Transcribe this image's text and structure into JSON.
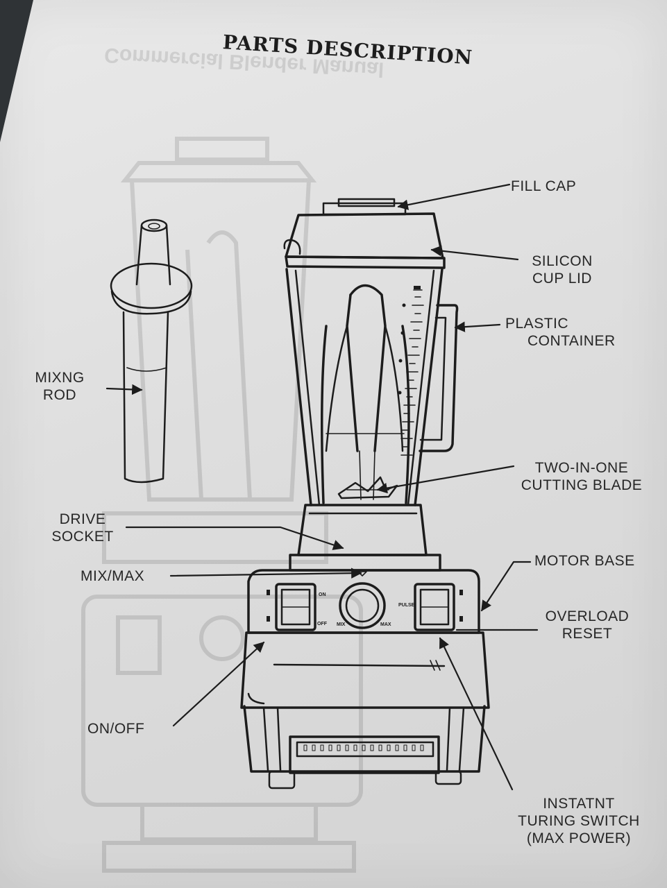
{
  "title": "PARTS DESCRIPTION",
  "ghost_title": "Commercial Blender Manual",
  "labels": {
    "fill_cap": "FILL CAP",
    "silicon_cup_lid": [
      "SILICON",
      "CUP LID"
    ],
    "plastic_container": [
      "PLASTIC",
      "CONTAINER"
    ],
    "mixing_rod": [
      "MIXNG",
      "ROD"
    ],
    "two_in_one_cutting_blade": [
      "TWO-IN-ONE",
      "CUTTING BLADE"
    ],
    "drive_socket": [
      "DRIVE",
      "SOCKET"
    ],
    "motor_base": "MOTOR BASE",
    "mix_max": "MIX/MAX",
    "overload_reset": [
      "OVERLOAD",
      "RESET"
    ],
    "on_off": "ON/OFF",
    "instant_turning_switch": [
      "INSTATNT",
      "TURING SWITCH",
      "(MAX POWER)"
    ]
  },
  "panel_marks": {
    "on": "ON",
    "off": "OFF",
    "mix": "MIX",
    "max": "MAX",
    "pulse": "PULSE"
  }
}
